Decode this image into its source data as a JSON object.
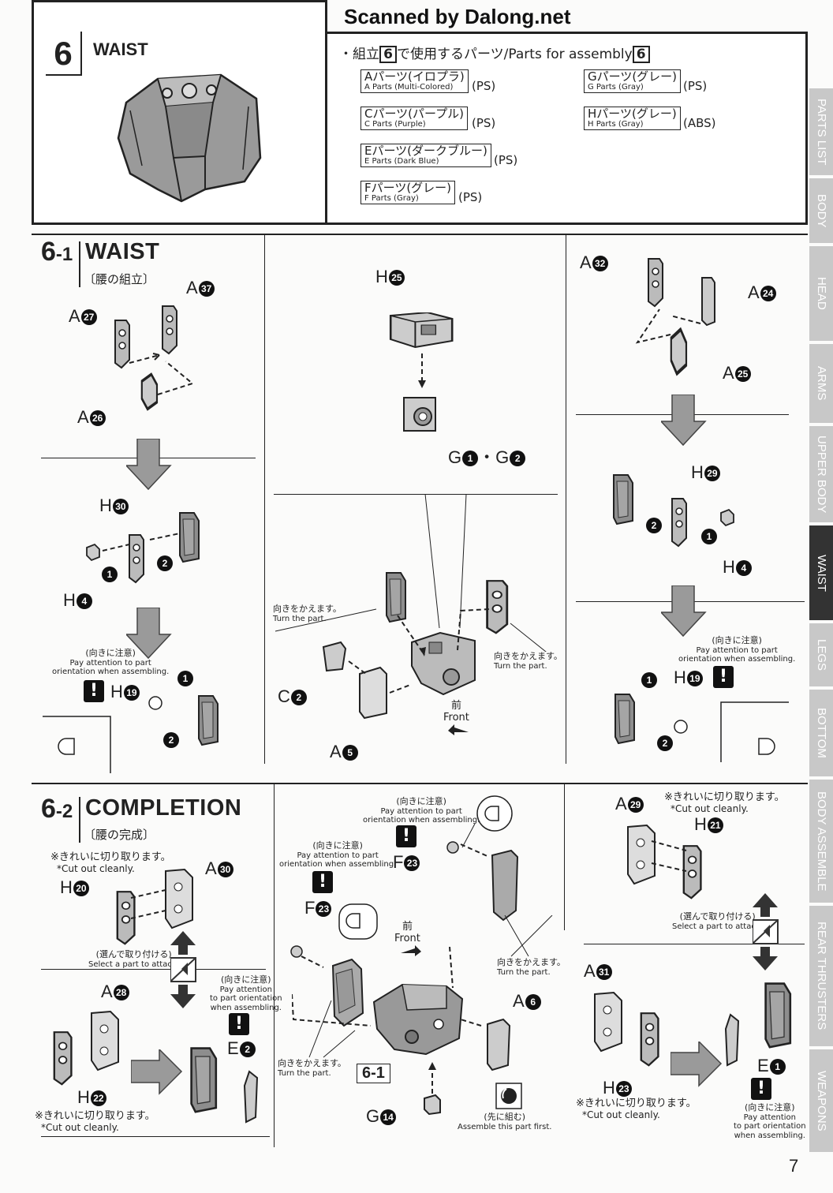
{
  "header": {
    "scanned": "Scanned by Dalong.net",
    "step_number": "6",
    "step_title": "WAIST",
    "parts_header_prefix": "・組立",
    "parts_header_num": "6",
    "parts_header_mid": "で使用するパーツ/Parts for assembly",
    "parts": [
      {
        "jp": "Aパーツ(イロプラ)",
        "en": "A Parts (Multi-Colored)",
        "type": "(PS)"
      },
      {
        "jp": "Cパーツ(パープル)",
        "en": "C Parts (Purple)",
        "type": "(PS)"
      },
      {
        "jp": "Eパーツ(ダークブルー)",
        "en": "E Parts (Dark Blue)",
        "type": "(PS)"
      },
      {
        "jp": "Fパーツ(グレー)",
        "en": "F Parts (Gray)",
        "type": "(PS)"
      },
      {
        "jp": "Gパーツ(グレー)",
        "en": "G Parts (Gray)",
        "type": "(PS)"
      },
      {
        "jp": "Hパーツ(グレー)",
        "en": "H Parts (Gray)",
        "type": "(ABS)"
      }
    ]
  },
  "tabs": [
    "PARTS LIST",
    "BODY",
    "HEAD",
    "ARMS",
    "UPPER BODY",
    "WAIST",
    "LEGS",
    "BOTTOM",
    "BODY ASSEMBLE",
    "REAR THRUSTERS",
    "WEAPONS"
  ],
  "active_tab": "WAIST",
  "sections": {
    "s1": {
      "num": "6",
      "sub": "-1",
      "title": "WAIST",
      "jp": "〔腰の組立〕"
    },
    "s2": {
      "num": "6",
      "sub": "-2",
      "title": "COMPLETION",
      "jp": "〔腰の完成〕"
    }
  },
  "notes": {
    "attention_jp": "(向きに注意)",
    "attention_en1": "Pay attention to part",
    "attention_en2": "orientation when assembling.",
    "turn_jp": "向きをかえます。",
    "turn_en": "Turn the part.",
    "cut_jp": "※きれいに切り取ります。",
    "cut_en": "*Cut out cleanly.",
    "select_jp": "(選んで取り付ける)",
    "select_en": "Select a part to attach.",
    "front_jp": "前",
    "front_en": "Front",
    "first_jp": "(先に組む)",
    "first_en": "Assemble this part first.",
    "attn2_en1": "Pay attention",
    "attn2_en2": "to part orientation",
    "attn2_en3": "when assembling.",
    "attn3_en1": "Pay attention",
    "attn3_en2": "to part orientation",
    "attn3_en3": "when assembling."
  },
  "labels": {
    "a37": "A",
    "a27": "A",
    "a26": "A",
    "h30": "H",
    "h4a": "H",
    "h19a": "H",
    "h25": "H",
    "g12": "G",
    "c2": "C",
    "a5": "A",
    "a32": "A",
    "a24": "A",
    "a25": "A",
    "h29": "H",
    "h4b": "H",
    "h19b": "H",
    "h20": "H",
    "a30": "A",
    "a28": "A",
    "h22": "H",
    "e2": "E",
    "f23a": "F",
    "f23b": "F",
    "a6": "A",
    "g14": "G",
    "a29": "A",
    "h21": "H",
    "a31": "A",
    "h23": "H",
    "e1": "E"
  },
  "circled": {
    "a37": "37",
    "a27": "27",
    "a26": "26",
    "h30": "30",
    "h4a": "4",
    "h19a": "19",
    "h25": "25",
    "g1": "1",
    "g2": "2",
    "c2": "2",
    "a5": "5",
    "a32": "32",
    "a24": "24",
    "a25": "25",
    "h29": "29",
    "h4b": "4",
    "h19b": "19",
    "h20": "20",
    "a30": "30",
    "a28": "28",
    "h22": "22",
    "e2": "2",
    "f23a": "23",
    "f23b": "23",
    "a6": "6",
    "g14": "14",
    "a29": "29",
    "h21": "21",
    "a31": "31",
    "h23": "23",
    "e1": "1"
  },
  "g_sep": "・",
  "substep_ref": "6-1",
  "page_number": "7",
  "warn_mark": "!"
}
